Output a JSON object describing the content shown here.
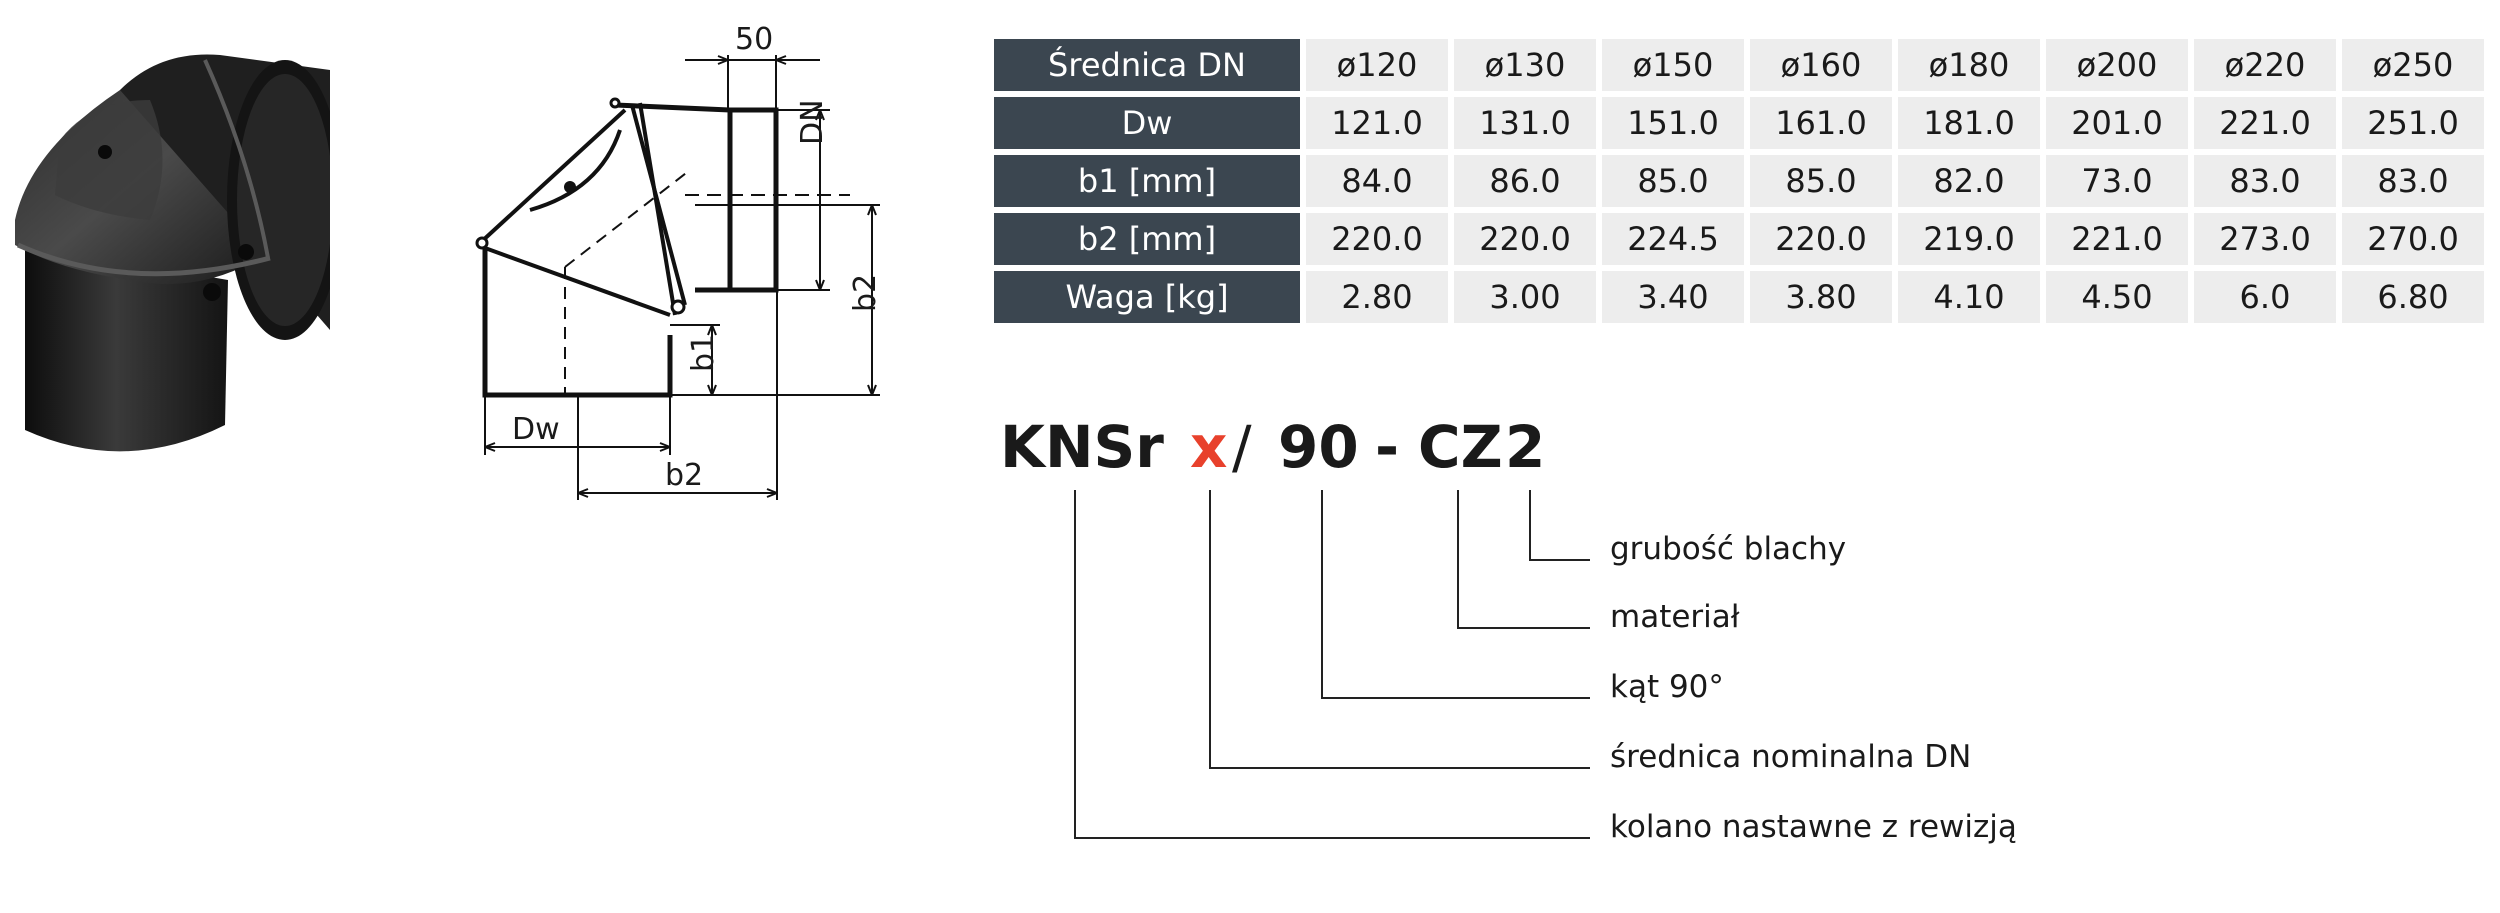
{
  "spec_table": {
    "headers": [
      "Średnica DN",
      "ø120",
      "ø130",
      "ø150",
      "ø160",
      "ø180",
      "ø200",
      "ø220",
      "ø250"
    ],
    "rows": [
      {
        "label": "Dw",
        "values": [
          "121.0",
          "131.0",
          "151.0",
          "161.0",
          "181.0",
          "201.0",
          "221.0",
          "251.0"
        ]
      },
      {
        "label": "b1 [mm]",
        "values": [
          "84.0",
          "86.0",
          "85.0",
          "85.0",
          "82.0",
          "73.0",
          "83.0",
          "83.0"
        ]
      },
      {
        "label": "b2 [mm]",
        "values": [
          "220.0",
          "220.0",
          "224.5",
          "220.0",
          "219.0",
          "221.0",
          "273.0",
          "270.0"
        ]
      },
      {
        "label": "Waga [kg]",
        "values": [
          "2.80",
          "3.00",
          "3.40",
          "3.80",
          "4.10",
          "4.50",
          "6.0",
          "6.80"
        ]
      }
    ]
  },
  "drawing": {
    "dim_50": "50",
    "dim_dn": "DN",
    "dim_b2_right": "b2",
    "dim_b1": "b1",
    "dim_dw": "Dw",
    "dim_b2_bottom": "b2"
  },
  "product_code": {
    "prefix": "KNSr",
    "variable": "x",
    "slash": "/",
    "angle": "90",
    "dash": "-",
    "material": "CZ",
    "thickness": "2",
    "variable_color": "#e8412c"
  },
  "legend": [
    "grubość blachy",
    "materiał",
    "kąt 90°",
    "średnica nominalna DN",
    "kolano nastawne z rewizją"
  ],
  "colors": {
    "header_bg": "#3b4650",
    "cell_bg": "#ededed"
  }
}
